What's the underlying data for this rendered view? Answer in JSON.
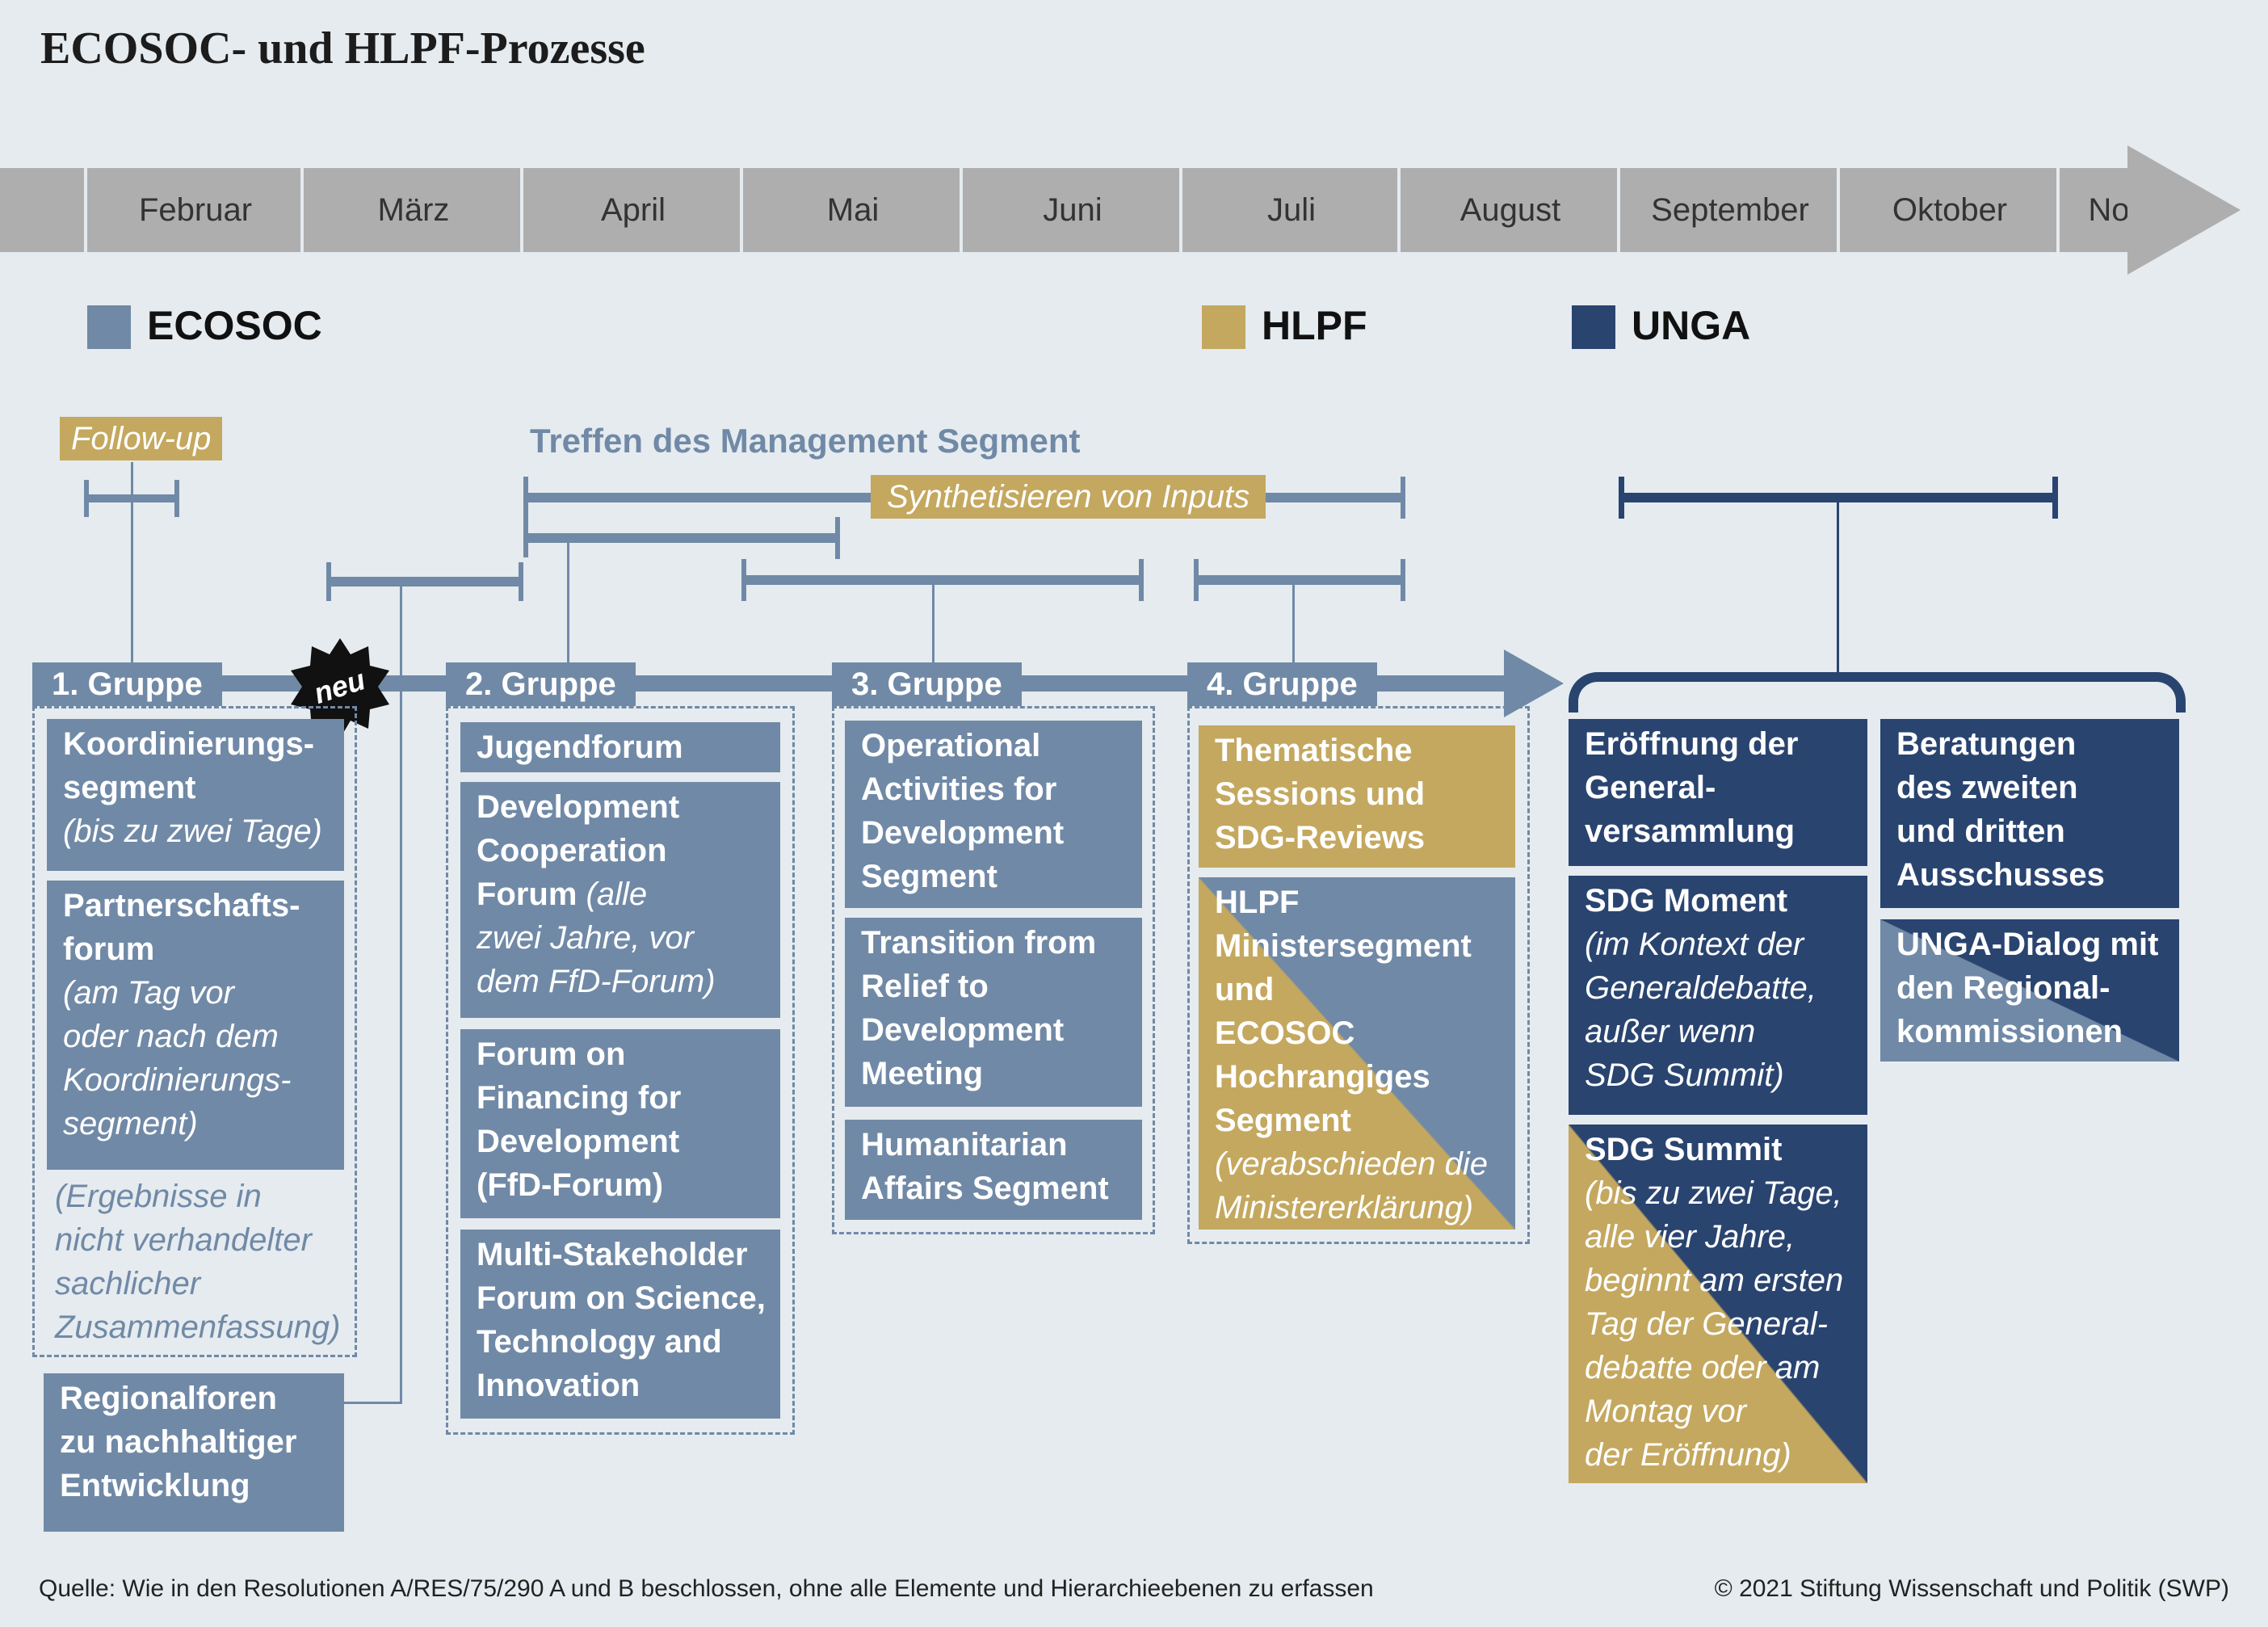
{
  "title": "ECOSOC- und HLPF-Prozesse",
  "timeline": {
    "months": [
      "Februar",
      "März",
      "April",
      "Mai",
      "Juni",
      "Juli",
      "August",
      "September",
      "Oktober",
      "Nov."
    ]
  },
  "legend": [
    {
      "label": "ECOSOC",
      "color": "#7089a6"
    },
    {
      "label": "HLPF",
      "color": "#c4a85f"
    },
    {
      "label": "UNGA",
      "color": "#2a4470"
    }
  ],
  "annotations": {
    "follow_up": "Follow-up",
    "management_segment": "Treffen des Management Segment",
    "synthesize_inputs": "Synthetisieren von Inputs",
    "neu": "neu"
  },
  "groups": [
    {
      "label": "1. Gruppe"
    },
    {
      "label": "2. Gruppe"
    },
    {
      "label": "3. Gruppe"
    },
    {
      "label": "4. Gruppe"
    }
  ],
  "boxes": {
    "koordinierung": {
      "title": "Koordinierungs-segment",
      "title_l1": "Koordinierungs-",
      "title_l2": "segment",
      "note": "(bis zu zwei Tage)"
    },
    "partnerschaft": {
      "title_l1": "Partnerschafts-",
      "title_l2": "forum",
      "note_l1": "(am Tag vor",
      "note_l2": "oder nach dem",
      "note_l3": "Koordinierungs-",
      "note_l4": "segment)"
    },
    "gruppe1_note": {
      "l1": "(Ergebnisse in",
      "l2": "nicht verhandelter",
      "l3": "sachlicher",
      "l4": "Zusammenfassung)"
    },
    "regionalforen": {
      "l1": "Regionalforen",
      "l2": "zu nachhaltiger",
      "l3": "Entwicklung"
    },
    "jugendforum": {
      "l1": "Jugendforum"
    },
    "dcf": {
      "l1": "Development",
      "l2": "Cooperation",
      "l3": "Forum",
      "n3": " (alle",
      "n4": "zwei Jahre, vor",
      "n5": "dem FfD-Forum)"
    },
    "ffd": {
      "l1": "Forum on",
      "l2": "Financing for",
      "l3": "Development",
      "l4": "(FfD-Forum)"
    },
    "sti": {
      "l1": "Multi-Stakeholder",
      "l2": "Forum on Science,",
      "l3": "Technology and",
      "l4": "Innovation"
    },
    "oas": {
      "l1": "Operational",
      "l2": "Activities for",
      "l3": "Development",
      "l4": "Segment"
    },
    "transition": {
      "l1": "Transition from",
      "l2": "Relief to",
      "l3": "Development",
      "l4": "Meeting"
    },
    "humanitarian": {
      "l1": "Humanitarian",
      "l2": "Affairs Segment"
    },
    "thematische": {
      "l1": "Thematische",
      "l2": "Sessions und",
      "l3": "SDG-Reviews"
    },
    "hlpf_minister": {
      "l1": "HLPF",
      "l2": "Ministersegment",
      "l3": "und",
      "l4": "ECOSOC",
      "l5": "Hochrangiges",
      "l6": "Segment",
      "n1": "(verabschieden die",
      "n2": "Ministererklärung)"
    },
    "eroeffnung": {
      "l1": "Eröffnung der",
      "l2": "General-",
      "l3": "versammlung"
    },
    "sdg_moment": {
      "l1": "SDG Moment",
      "n1": "(im Kontext der",
      "n2": "Generaldebatte,",
      "n3": "außer wenn",
      "n4": "SDG Summit)"
    },
    "sdg_summit": {
      "l1": "SDG Summit",
      "n1": "(bis zu zwei Tage,",
      "n2": "alle vier Jahre,",
      "n3": "beginnt am ersten",
      "n4": "Tag der General-",
      "n5": "debatte oder am",
      "n6": "Montag vor",
      "n7": "der Eröffnung)"
    },
    "beratungen": {
      "l1": "Beratungen",
      "l2": "des zweiten",
      "l3": "und dritten",
      "l4": "Ausschusses"
    },
    "unga_dialog": {
      "l1": "UNGA-Dialog mit",
      "l2": "den Regional-",
      "l3": "kommissionen"
    }
  },
  "footer": {
    "source": "Quelle: Wie in den Resolutionen A/RES/75/290 A und B beschlossen, ohne alle Elemente und Hierarchieebenen zu erfassen",
    "copyright": "© 2021 Stiftung Wissenschaft und Politik (SWP)"
  }
}
